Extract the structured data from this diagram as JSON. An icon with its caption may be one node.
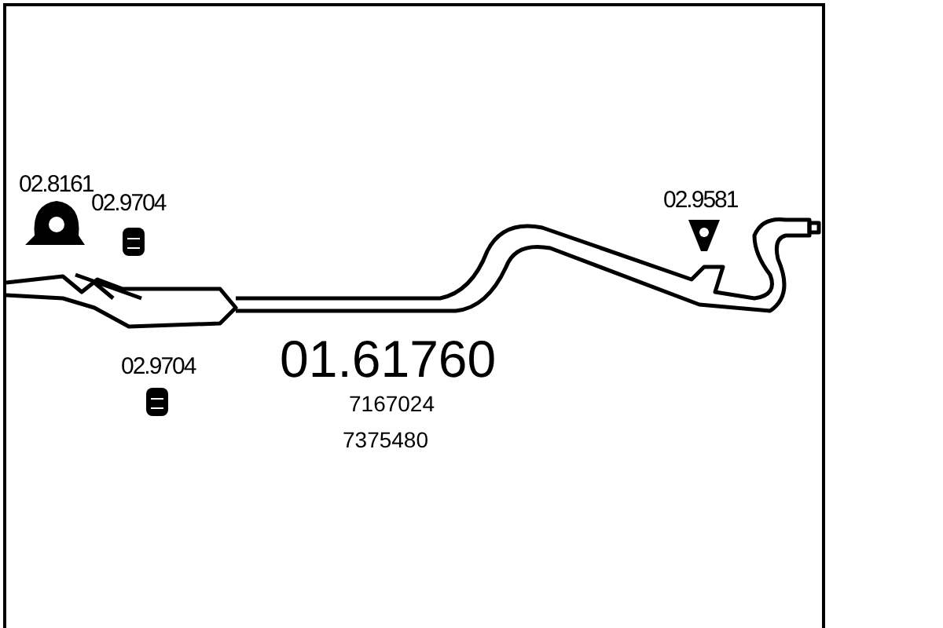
{
  "diagram": {
    "labels": [
      "02.8161",
      "02.9704",
      "02.9581",
      "02.9704",
      "01.61760",
      "7167024",
      "7375480"
    ]
  }
}
